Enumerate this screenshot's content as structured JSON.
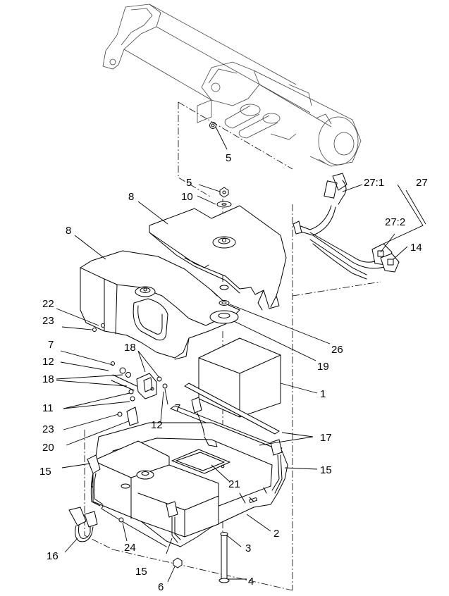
{
  "callouts": {
    "c1": "1",
    "c2": "2",
    "c3": "3",
    "c4": "4",
    "c5a": "5",
    "c5b": "5",
    "c6": "6",
    "c7a": "7",
    "c7b": "7",
    "c8a": "8",
    "c8b": "8",
    "c10": "10",
    "c11": "11",
    "c12a": "12",
    "c12b": "12",
    "c14": "14",
    "c15a": "15",
    "c15b": "15",
    "c15c": "15",
    "c16": "16",
    "c17": "17",
    "c18a": "18",
    "c18b": "18",
    "c19": "19",
    "c20": "20",
    "c21": "21",
    "c22": "22",
    "c23a": "23",
    "c23b": "23",
    "c24": "24",
    "c26": "26",
    "c27": "27",
    "c27_1": "27:1",
    "c27_2": "27:2"
  },
  "colors": {
    "line": "#000000",
    "background": "#ffffff"
  }
}
